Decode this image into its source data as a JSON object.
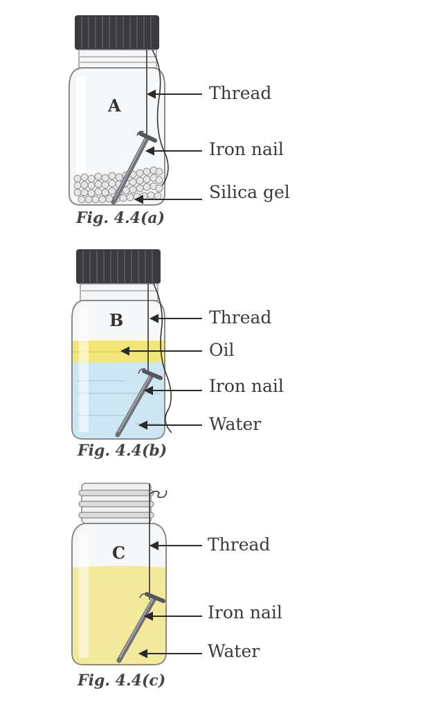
{
  "figures": [
    {
      "id": "a",
      "jar_letter": "A",
      "caption": "Fig. 4.4(a)",
      "cap_type": "dark screw cap",
      "contents": "silica gel",
      "labels": [
        "Thread",
        "Iron nail",
        "Silica gel"
      ]
    },
    {
      "id": "b",
      "jar_letter": "B",
      "caption": "Fig. 4.4(b)",
      "cap_type": "dark screw cap",
      "contents": "oil layer over water",
      "labels": [
        "Thread",
        "Oil",
        "Iron nail",
        "Water"
      ]
    },
    {
      "id": "c",
      "jar_letter": "C",
      "caption": "Fig. 4.4(c)",
      "cap_type": "open (no cap)",
      "contents": "water",
      "labels": [
        "Thread",
        "Iron nail",
        "Water"
      ]
    }
  ],
  "colors": {
    "cap": "#3b3a3e",
    "glass_outline": "#8a8a8a",
    "oil": "#f3e678",
    "water_b": "#cde7f2",
    "water_c": "#f2ea9a",
    "nail": "#7d7f86",
    "silica": "#e6e6e6"
  }
}
